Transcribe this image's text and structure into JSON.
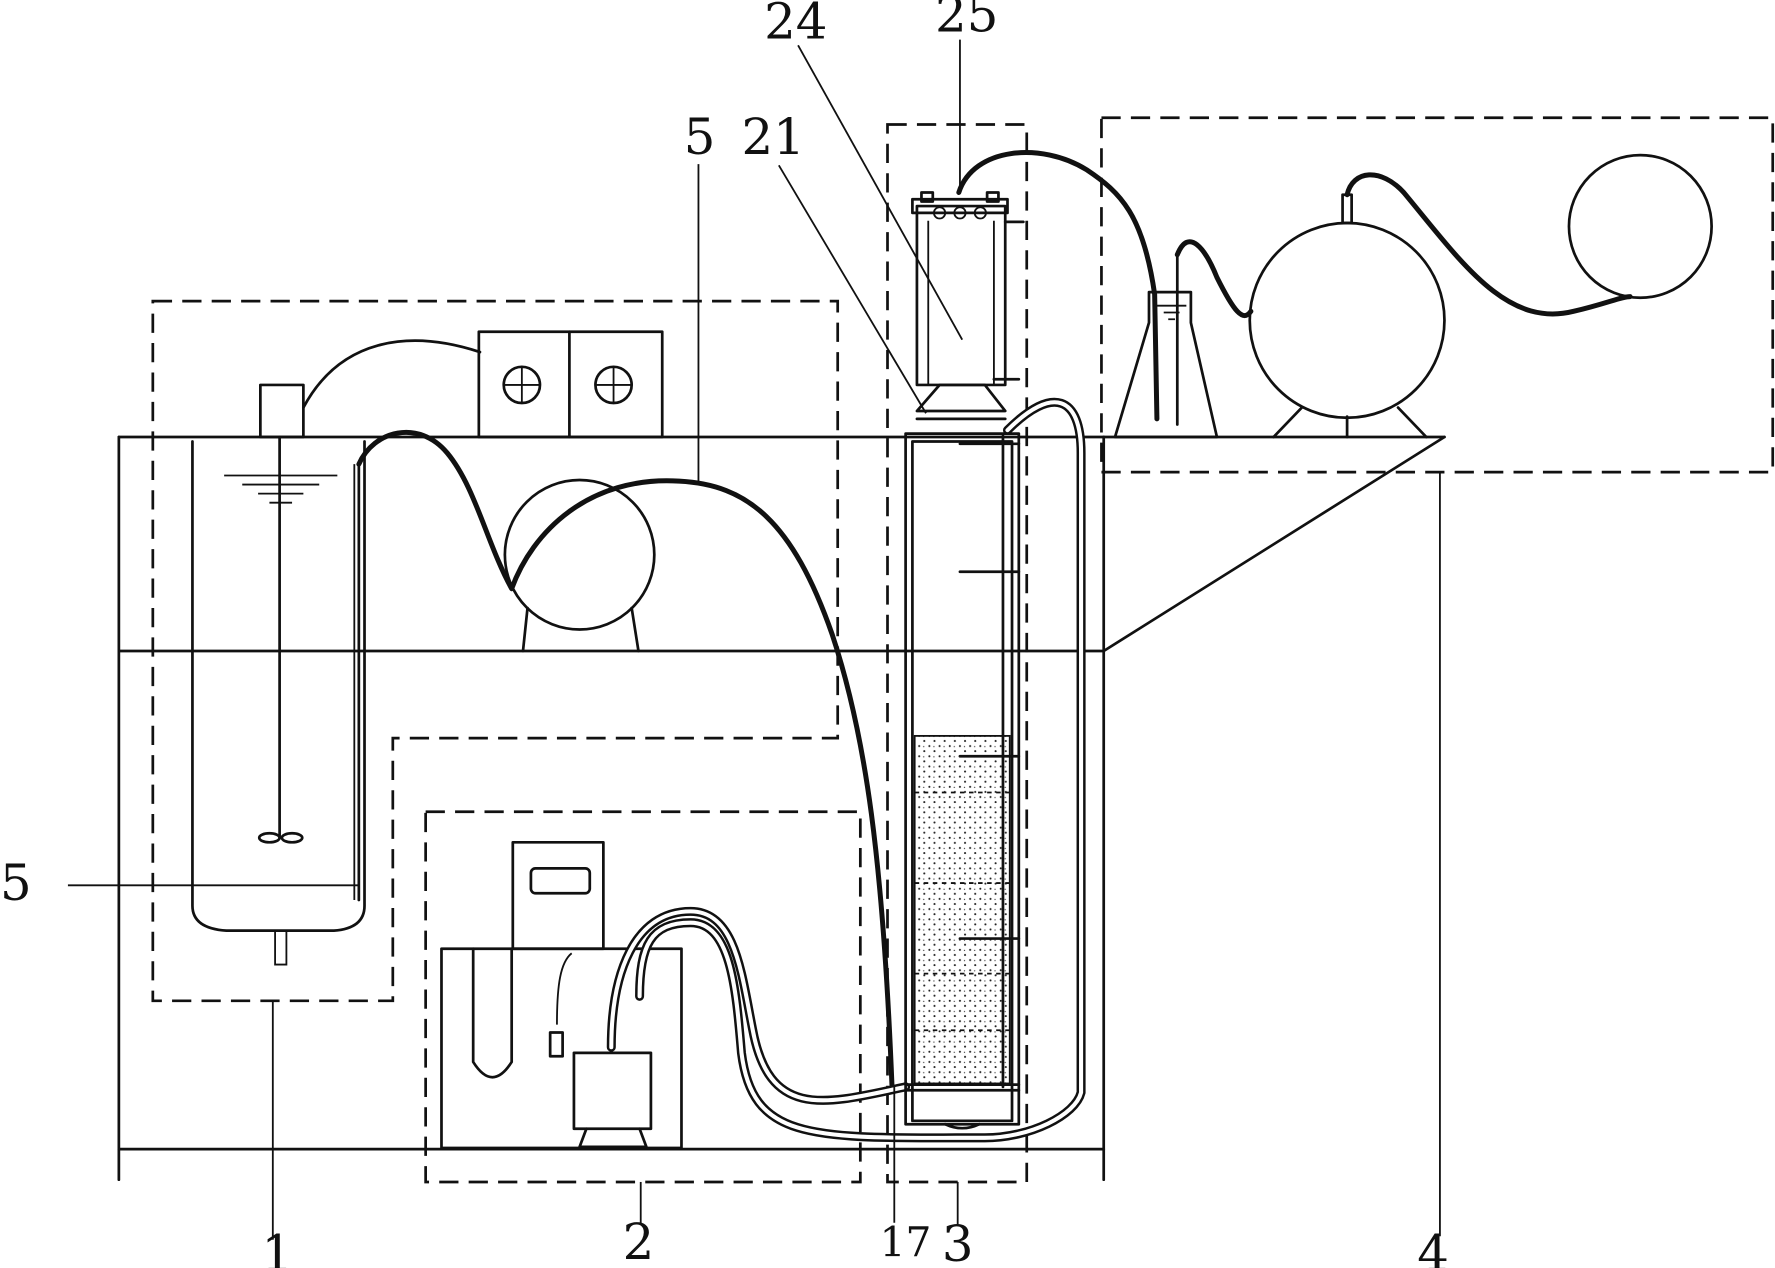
{
  "labels": {
    "l1": "1",
    "l2": "2",
    "l3": "3",
    "l4": "4",
    "l5_top": "5",
    "l5_left": "5",
    "l17": "17",
    "l21": "21",
    "l24": "24",
    "l25": "25"
  }
}
